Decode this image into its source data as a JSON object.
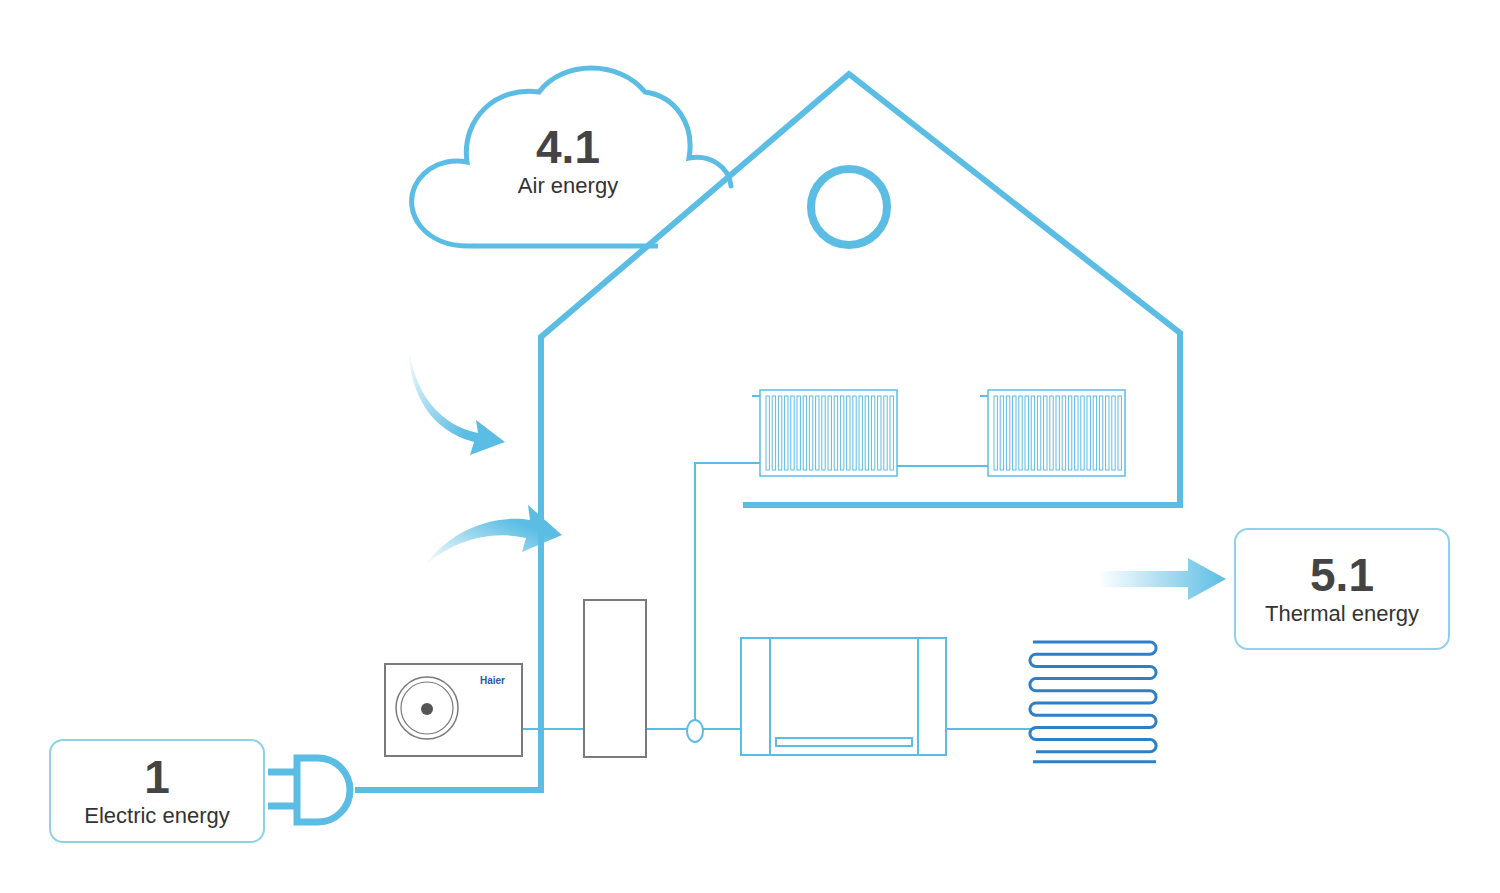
{
  "diagram": {
    "nodes": [
      {
        "text": [
          "4.1",
          "Air energy"
        ]
      },
      {
        "text": [
          "5.1",
          "Thermal energy"
        ]
      },
      {
        "text": [
          "1",
          "Electric energy"
        ]
      }
    ],
    "labels": [
      "Haier"
    ]
  }
}
